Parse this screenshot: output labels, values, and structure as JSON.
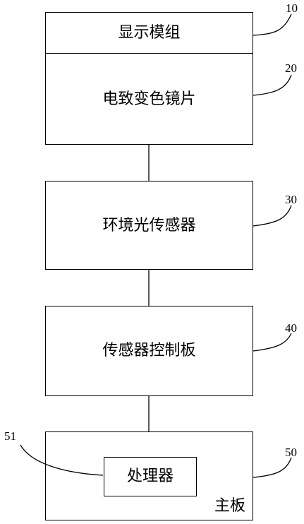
{
  "display_module": {
    "label": "显示模组",
    "ref": "10"
  },
  "ec_lens": {
    "label": "电致变色镜片",
    "ref": "20"
  },
  "ambient_sensor": {
    "label": "环境光传感器",
    "ref": "30"
  },
  "sensor_board": {
    "label": "传感器控制板",
    "ref": "40"
  },
  "mainboard": {
    "label": "主板",
    "ref": "50"
  },
  "processor": {
    "label": "处理器",
    "ref": "51"
  }
}
